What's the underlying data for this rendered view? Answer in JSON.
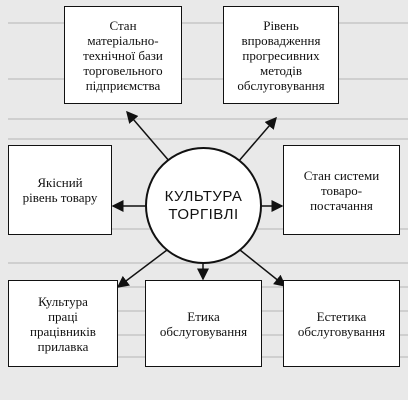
{
  "center": {
    "line1": "КУЛЬТУРА",
    "line2": "ТОРГІВЛІ"
  },
  "boxes": {
    "top_left": [
      "Стан",
      "матеріально-",
      "технічної бази",
      "торговельного",
      "підприємства"
    ],
    "top_right": [
      "Рівень",
      "впровадження",
      "прогресивних",
      "методів",
      "обслуговування"
    ],
    "mid_left": [
      "Якісний",
      "рівень товару"
    ],
    "mid_right": [
      "Стан системи",
      "товаро-",
      "постачання"
    ],
    "bot_left": [
      "Культура",
      "праці",
      "працівників",
      "прилавка"
    ],
    "bot_mid": [
      "Етика",
      "обслуговування"
    ],
    "bot_right": [
      "Естетика",
      "обслуговування"
    ]
  }
}
